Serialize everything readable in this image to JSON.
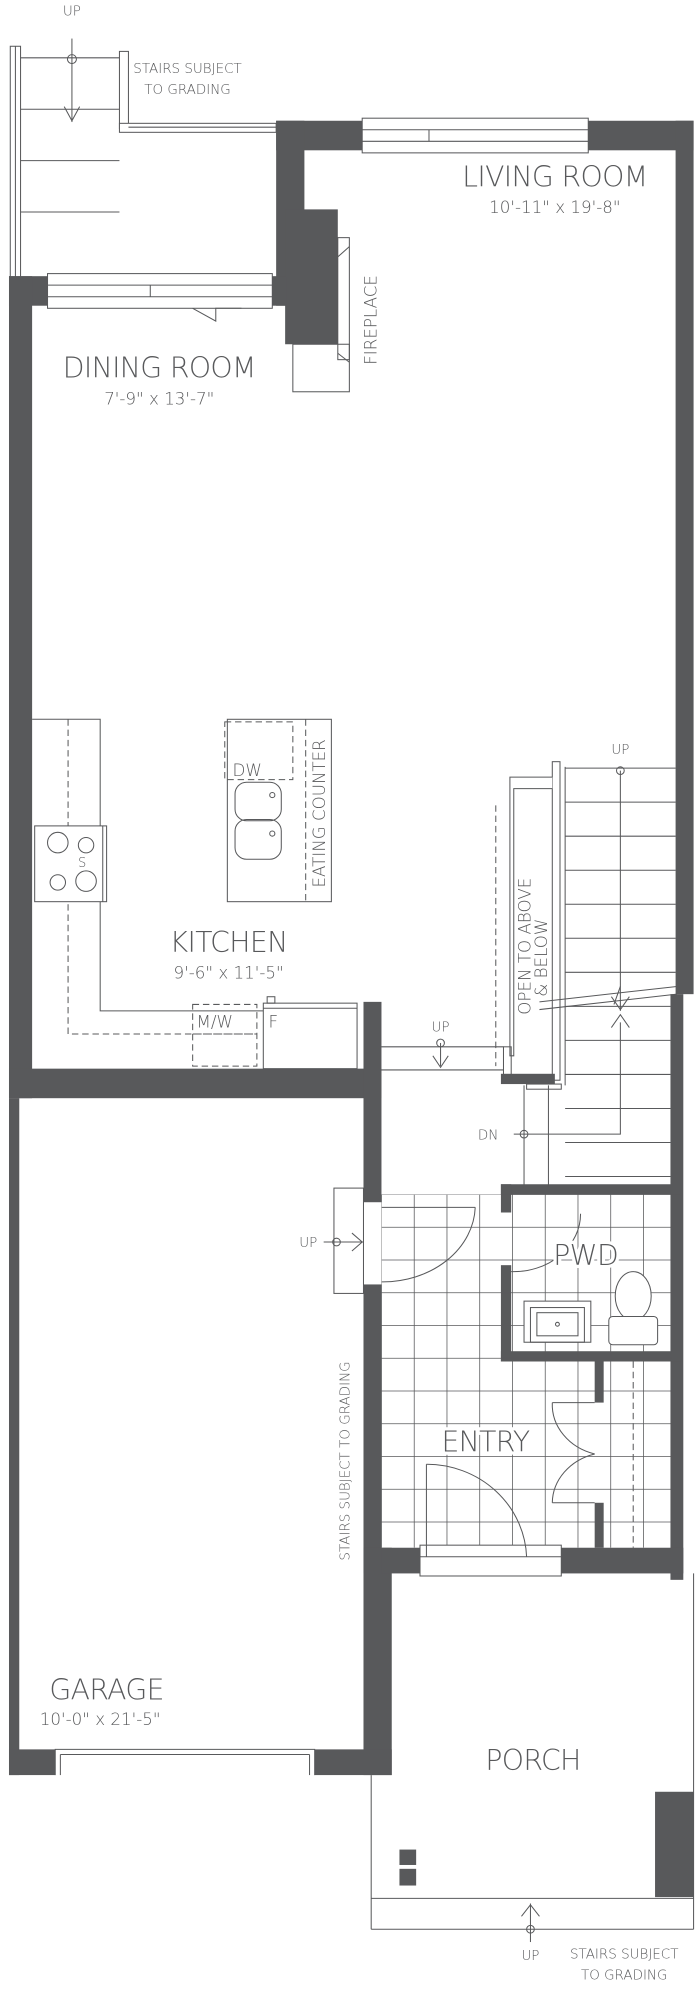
{
  "colors": {
    "wall": "#58595b",
    "background": "#ffffff"
  },
  "rooms": {
    "living": {
      "name": "LIVING ROOM",
      "dims": "10'-11\" x 19'-8\""
    },
    "dining": {
      "name": "DINING ROOM",
      "dims": "7'-9\" x 13'-7\""
    },
    "kitchen": {
      "name": "KITCHEN",
      "dims": "9'-6\" x 11'-5\""
    },
    "garage": {
      "name": "GARAGE",
      "dims": "10'-0\" x 21'-5\""
    },
    "pwd": {
      "name": "PWD"
    },
    "entry": {
      "name": "ENTRY"
    },
    "porch": {
      "name": "PORCH"
    }
  },
  "labels": {
    "fireplace": "FIREPLACE",
    "dw": "DW",
    "eating_counter": "EATING COUNTER",
    "stove": "S",
    "mw": "M/W",
    "fridge": "F",
    "open_to_above_1": "OPEN TO ABOVE",
    "open_to_above_2": "& BELOW",
    "up": "UP",
    "dn": "DN",
    "stairs_note_1": "STAIRS SUBJECT",
    "stairs_note_2": "TO GRADING",
    "stairs_note_vertical": "STAIRS SUBJECT TO GRADING"
  }
}
